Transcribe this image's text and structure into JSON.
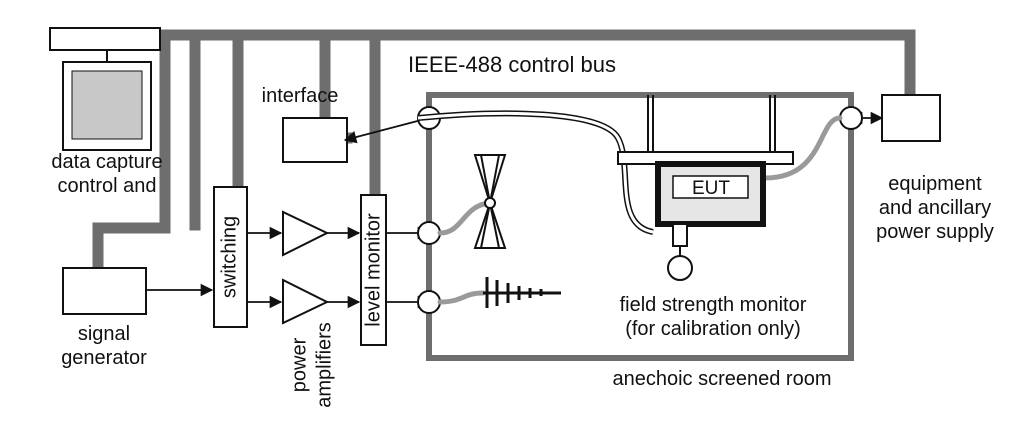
{
  "labels": {
    "bus": "IEEE-488 control bus",
    "interface": "interface",
    "capture_line1": "data capture",
    "capture_line2": "control and",
    "generator_line1": "signal",
    "generator_line2": "generator",
    "switching": "switching",
    "level_monitor": "level monitor",
    "amplifiers_line1": "power",
    "amplifiers_line2": "amplifiers",
    "eut": "EUT",
    "field_line1": "field strength monitor",
    "field_line2": "(for calibration only)",
    "power_line1": "equipment",
    "power_line2": "and ancillary",
    "power_line3": "power supply",
    "room": "anechoic screened room"
  },
  "colors": {
    "bus": "#6e6e6e",
    "cable": "#9a9a9a",
    "line": "#111111",
    "screen": "#c8c8c8",
    "eut_fill": "#e6e6e6"
  }
}
